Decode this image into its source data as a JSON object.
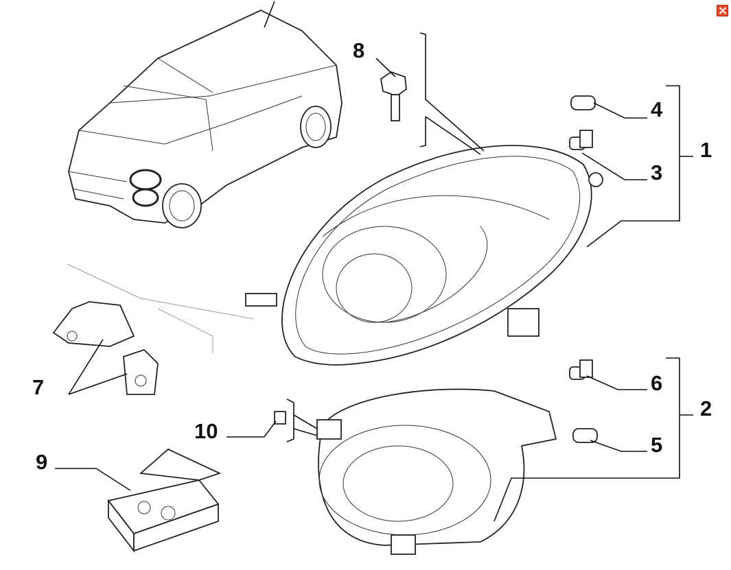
{
  "window": {
    "close_icon": "close-icon"
  },
  "callouts": {
    "c1": "1",
    "c2": "2",
    "c3": "3",
    "c4": "4",
    "c5": "5",
    "c6": "6",
    "c7": "7",
    "c8": "8",
    "c9": "9",
    "c10": "10"
  }
}
